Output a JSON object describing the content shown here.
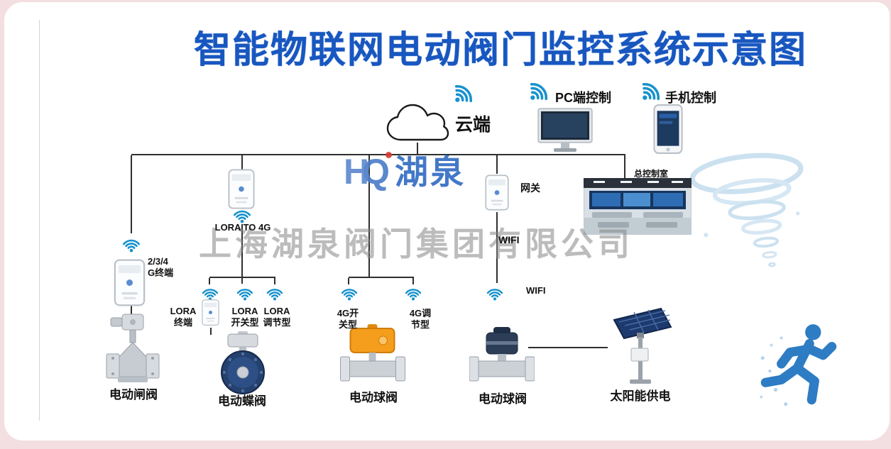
{
  "title": "智能物联网电动阀门监控系统示意图",
  "watermark": {
    "logo_h": "H",
    "logo_q": "Q",
    "logo_name": "湖泉",
    "company": "上海湖泉阀门集团有限公司"
  },
  "top_nodes": {
    "cloud_label": "云端",
    "pc_label": "PC端控制",
    "phone_label": "手机控制"
  },
  "network": {
    "lora_gateway_label": "LORA TO 4G",
    "gateway_label": "网关",
    "control_room_label": "总控制室",
    "terminal_234g_line1": "2/3/4",
    "terminal_234g_line2": "G终端",
    "wifi_mid_label": "WIFI",
    "wifi_low_label": "WIFI"
  },
  "branch_nodes": [
    {
      "line1": "LORA",
      "line2": "终端"
    },
    {
      "line1": "LORA",
      "line2": "开关型"
    },
    {
      "line1": "LORA",
      "line2": "调节型"
    },
    {
      "line1": "4G开",
      "line2": "关型"
    },
    {
      "line1": "4G调",
      "line2": "节型"
    }
  ],
  "devices": [
    {
      "label": "电动闸阀"
    },
    {
      "label": "电动蝶阀"
    },
    {
      "label": "电动球阀"
    },
    {
      "label": "电动球阀"
    },
    {
      "label": "太阳能供电"
    }
  ],
  "colors": {
    "title_blue": "#1857c0",
    "wifi_blue": "#1792cd",
    "connector_dark": "#2f2f2f",
    "watermark_gray": "#868686",
    "actuator_orange": "#f59d1c",
    "valve_navy": "#24416f",
    "decor_light_blue": "#c6deef",
    "runner_blue": "#2e7cc4"
  }
}
